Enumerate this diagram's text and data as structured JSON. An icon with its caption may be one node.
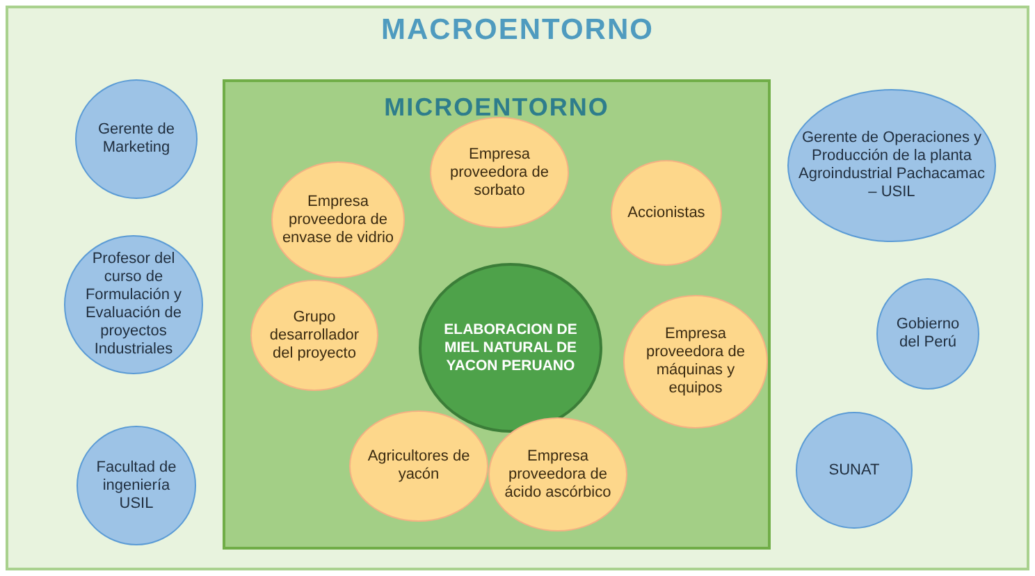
{
  "diagram": {
    "nodes": [
      {
        "text": [
          "MACROENTORNO"
        ]
      },
      {
        "text": [
          "MICROENTORNO"
        ],
        "in": 0
      },
      {
        "text": [
          "Gerente de Marketing"
        ],
        "in": 0
      },
      {
        "text": [
          "Profesor del curso de Formulación y Evaluación de proyectos Industriales"
        ],
        "in": 0
      },
      {
        "text": [
          "Facultad de ingeniería USIL"
        ],
        "in": 0
      },
      {
        "text": [
          "Empresa proveedora de sorbato"
        ],
        "in": 1
      },
      {
        "text": [
          "Empresa proveedora de envase de vidrio"
        ],
        "in": 1
      },
      {
        "text": [
          "Accionistas"
        ],
        "in": 1
      },
      {
        "text": [
          "Grupo desarrollador del proyecto"
        ],
        "in": 1
      },
      {
        "text": [
          "ELABORACION DE MIEL NATURAL DE YACON PERUANO"
        ],
        "in": 1
      },
      {
        "text": [
          "Empresa proveedora de máquinas y equipos"
        ],
        "in": 1
      },
      {
        "text": [
          "Agricultores de yacón"
        ],
        "in": 1
      },
      {
        "text": [
          "Empresa proveedora de ácido ascórbico"
        ],
        "in": 1
      },
      {
        "text": [
          "Gerente de Operaciones y Producción de la planta Agroindustrial Pachacamac – USIL"
        ],
        "in": 0
      },
      {
        "text": [
          "Gobierno del Perú"
        ],
        "in": 0
      },
      {
        "text": [
          "SUNAT"
        ],
        "in": 0
      }
    ],
    "edges": []
  }
}
